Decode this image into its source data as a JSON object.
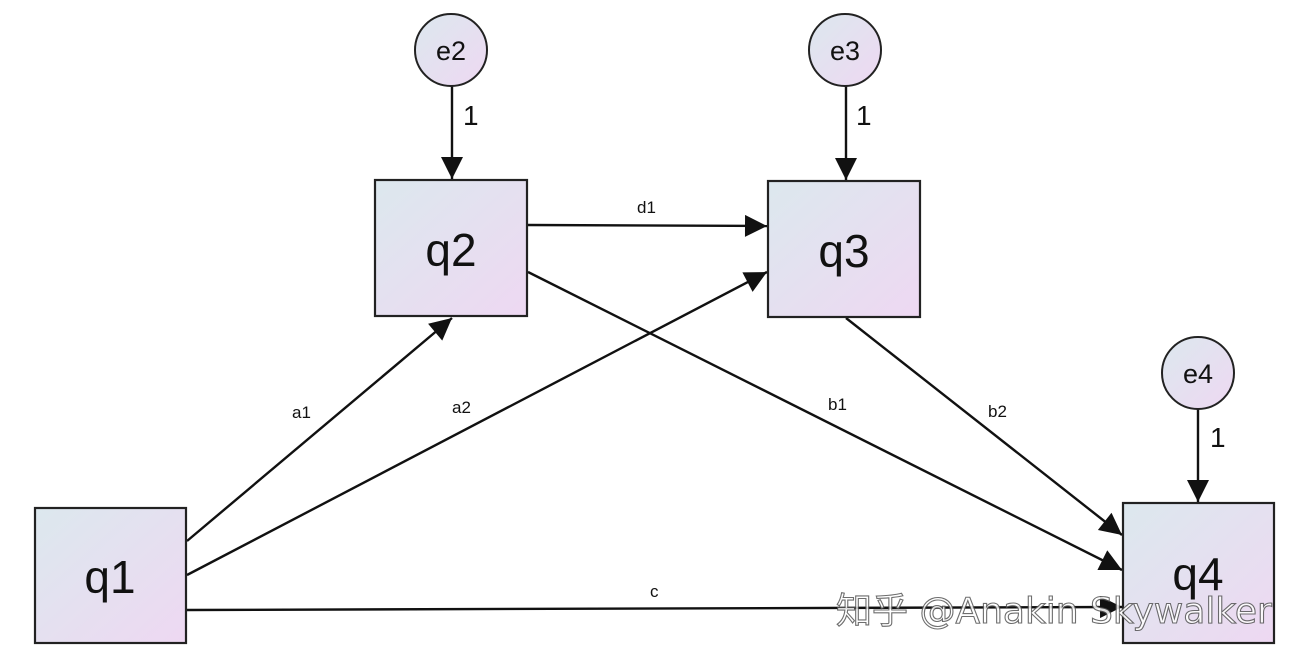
{
  "nodes": {
    "q1": {
      "label": "q1"
    },
    "q2": {
      "label": "q2"
    },
    "q3": {
      "label": "q3"
    },
    "q4": {
      "label": "q4"
    },
    "e2": {
      "label": "e2"
    },
    "e3": {
      "label": "e3"
    },
    "e4": {
      "label": "e4"
    }
  },
  "paths": {
    "a1": {
      "label": "a1"
    },
    "a2": {
      "label": "a2"
    },
    "d1": {
      "label": "d1"
    },
    "b1": {
      "label": "b1"
    },
    "b2": {
      "label": "b2"
    },
    "c": {
      "label": "c"
    },
    "e2_q2": {
      "label": "1"
    },
    "e3_q3": {
      "label": "1"
    },
    "e4_q4": {
      "label": "1"
    }
  },
  "colors": {
    "fill_start": "#dce8ee",
    "fill_end": "#eed8f2",
    "stroke": "#222222"
  },
  "watermark": "知乎 @Anakin Skywalker"
}
